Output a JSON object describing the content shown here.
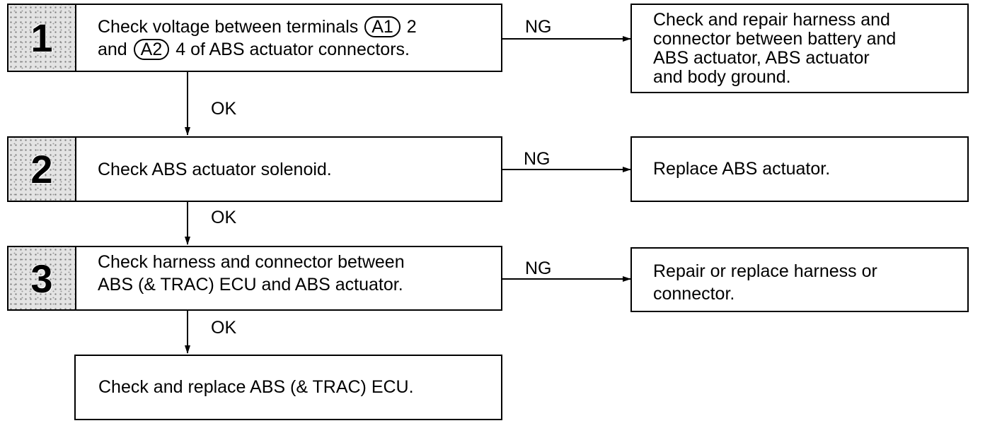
{
  "steps": [
    {
      "number": "1",
      "line1_before": "Check voltage between terminals",
      "term1": "A1",
      "line1_after": "2",
      "line2_before": "and",
      "term2": "A2",
      "line2_after": "4 of ABS actuator connectors."
    },
    {
      "number": "2",
      "text": "Check ABS actuator solenoid."
    },
    {
      "number": "3",
      "line1": "Check harness and connector between",
      "line2": "ABS (& TRAC) ECU and ABS actuator."
    }
  ],
  "results": [
    {
      "lines": [
        "Check and repair harness and",
        "connector between battery and",
        "ABS actuator, ABS actuator",
        "and body ground."
      ]
    },
    {
      "lines": [
        "Replace ABS actuator."
      ]
    },
    {
      "lines": [
        "Repair or replace harness or",
        "connector."
      ]
    }
  ],
  "final": {
    "text": "Check and replace ABS (& TRAC) ECU."
  },
  "labels": {
    "ng": "NG",
    "ok": "OK"
  }
}
